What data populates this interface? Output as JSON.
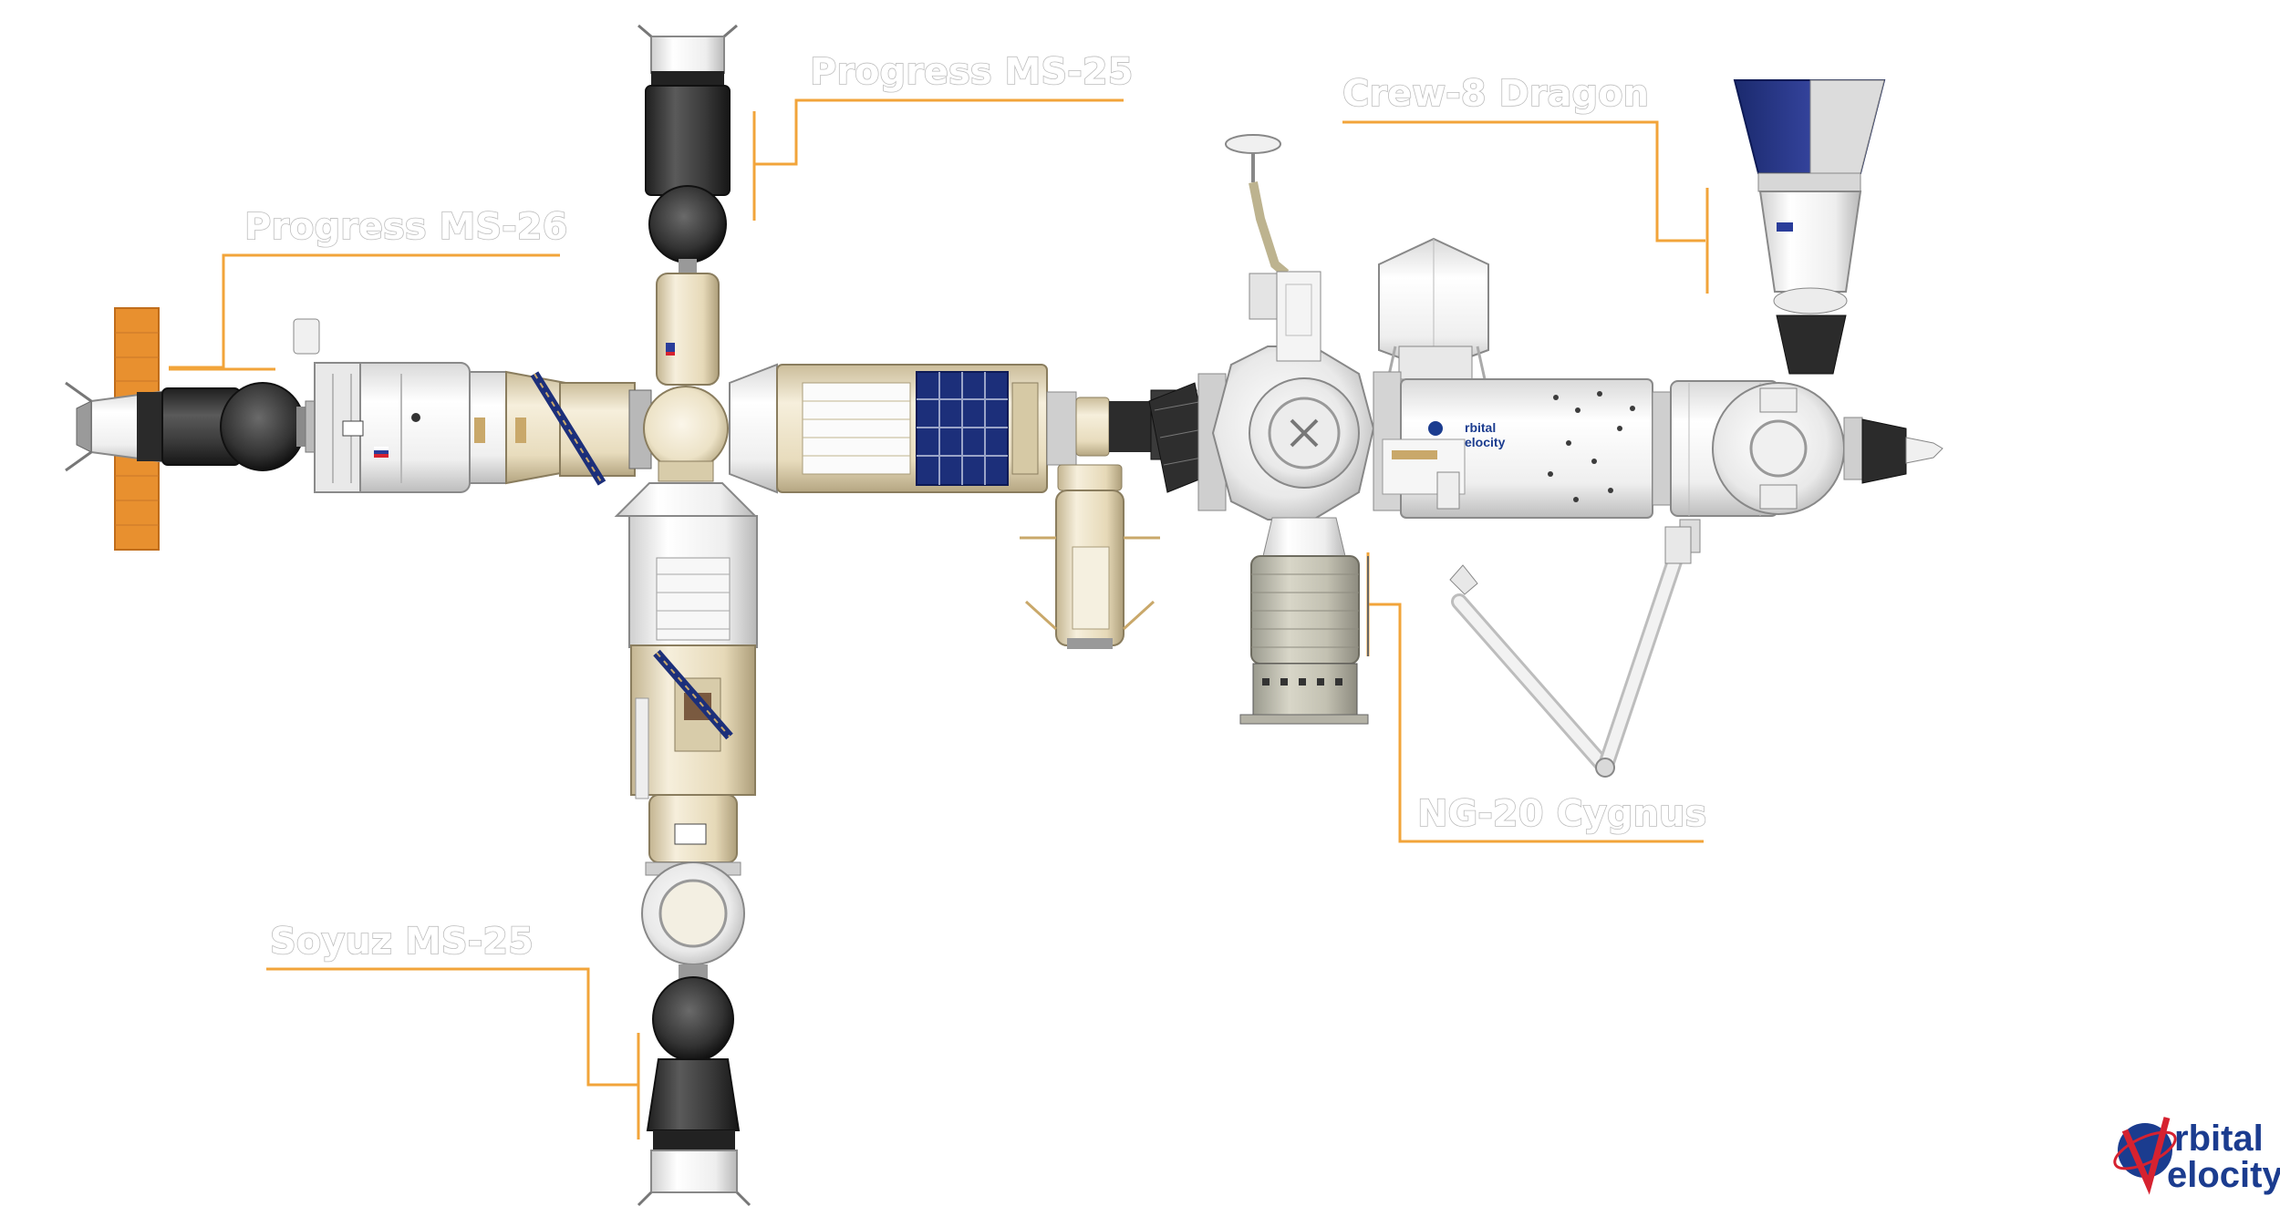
{
  "labels": {
    "progress_ms25": "Progress MS-25",
    "progress_ms26": "Progress MS-26",
    "crew8_dragon": "Crew-8 Dragon",
    "ng20_cygnus": "NG-20 Cygnus",
    "soyuz_ms25": "Soyuz MS-25"
  },
  "logo": {
    "line1": "rbital",
    "line2": "elocity"
  },
  "colors": {
    "leader_line": "#f2a43a",
    "label_fill": "#ffffff",
    "label_outline": "#bdbdbd",
    "module_white": "#f1f1f1",
    "module_beige": "#eadfc3",
    "soyuz_dark": "#3c3c3c",
    "solar_orange": "#e8902f",
    "solar_blue": "#1c2f7a",
    "logo_blue": "#1b3c8f",
    "logo_red": "#d62230"
  }
}
